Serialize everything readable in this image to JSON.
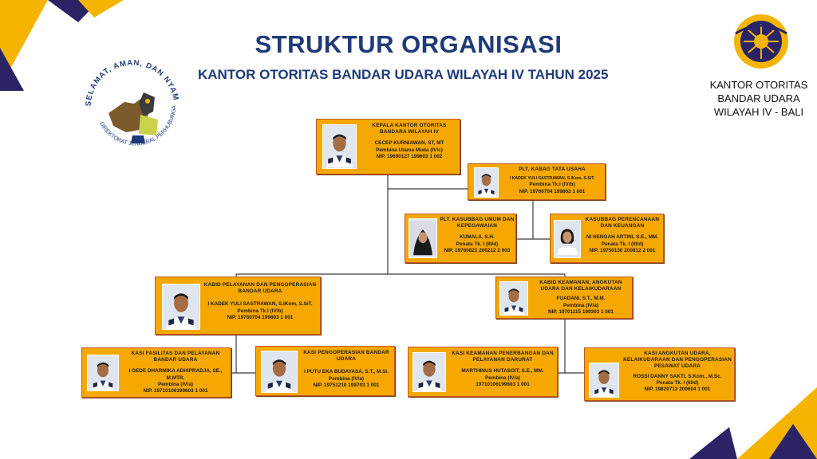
{
  "header": {
    "title": "STRUKTUR ORGANISASI",
    "subtitle": "KANTOR OTORITAS BANDAR UDARA WILAYAH IV TAHUN 2025"
  },
  "left_logo": {
    "arc_top": "SELAMAT, AMAN, DAN NYAMAN",
    "arc_bottom": "DIREKTORAT JENDERAL PERHUBUNGAN UDARA"
  },
  "brand": {
    "lines": [
      "KANTOR OTORITAS",
      "BANDAR UDARA",
      "WILAYAH IV - BALI"
    ]
  },
  "colors": {
    "card_fill": "#f6a800",
    "card_border": "#c0561f",
    "title_blue": "#1f3a78",
    "deco_navy": "#2a2466",
    "deco_gold": "#f4b400",
    "connector": "#3b3b3b"
  },
  "org": {
    "head": {
      "position": "KEPALA KANTOR OTORITAS BANDARA WILAYAH IV",
      "name": "CECEP KURNIAWAN, ST, MT",
      "rank": "Pembina Utama Muda (IV/c)",
      "nip": "NIP. 19690127 199603 1 002"
    },
    "kabag_tu": {
      "position": "Plt. KABAG TATA USAHA",
      "name": "I KADEK YULI SASTRAWAN, S.IKom, S.SiT.",
      "rank": "Pembina Tk.I (IV/b)",
      "nip": "NIP. 19760704 199803 1 001"
    },
    "kasubbag_umum": {
      "position": "Plt. KASUBBAG UMUM DAN KEPEGAWAIAN",
      "name": "KUMALA, S.H.",
      "rank": "Penata Tk. I (III/d)",
      "nip": "NIP. 19760821 200212 2 003"
    },
    "kasubbag_keu": {
      "position": "KASUBBAG PERENCANAAN DAN KEUANGAN",
      "name": "NI NENGAH ARTINI, S.E., MM.",
      "rank": "Penata Tk. I (III/d)",
      "nip": "NIP. 19750130 200812 2 001"
    },
    "kabid_pelayanan": {
      "position": "KABID PELAYANAN DAN PENGOPERASIAN BANDAR UDARA",
      "name": "I KADEK YULI SASTRAWAN, S.IKom, S.SiT.",
      "rank": "Pembina Tk.I (IV/b)",
      "nip": "NIP. 19760704 199803 1 001"
    },
    "kabid_keamanan": {
      "position": "KABID KEAMANAN, ANGKUTAN UDARA DAN KELAIKUDARAAN",
      "name": "FUADANI, S.T., M.M.",
      "rank": "Pembina (IV/a)",
      "nip": "NIP. 19701115 199303 1 001"
    },
    "kasi_fasilitas": {
      "position": "KASI FASILITAS DAN PELAYANAN BANDAR UDARA",
      "name": "I GEDE DHARMIKA ADHIPRADJA, SE., M.MTR.",
      "rank": "Pembina (IV/a)",
      "nip": "NIP. 19710106199603 1 001"
    },
    "kasi_pengoperasian": {
      "position": "KASI PENGOPERASIAN BANDAR UDARA",
      "name": "I PUTU EKA BUDAYASA, S.T., M.Si.",
      "rank": "Pembina (IV/a)",
      "nip": "NIP. 19751210 199703 1 001"
    },
    "kasi_keamanan": {
      "position": "KASI KEAMANAN PENERBANGAN DAN PELAYANAN DARURAT",
      "name": "MARTHINUS HUTASOIT, S.E., MM.",
      "rank": "Pembina (IV/a)",
      "nip": "19710106199603 1 001"
    },
    "kasi_angkutan": {
      "position": "KASI ANGKUTAN UDARA, KELAIKUDARAAN DAN PENGOPERASIAN PESAWAT UDARA",
      "name": "ROSSI DANNY SAKTI, S.Kom., M.Sc.",
      "rank": "Penata Tk. I (III/d)",
      "nip": "NIP. 19820712 200604 1 001"
    }
  }
}
